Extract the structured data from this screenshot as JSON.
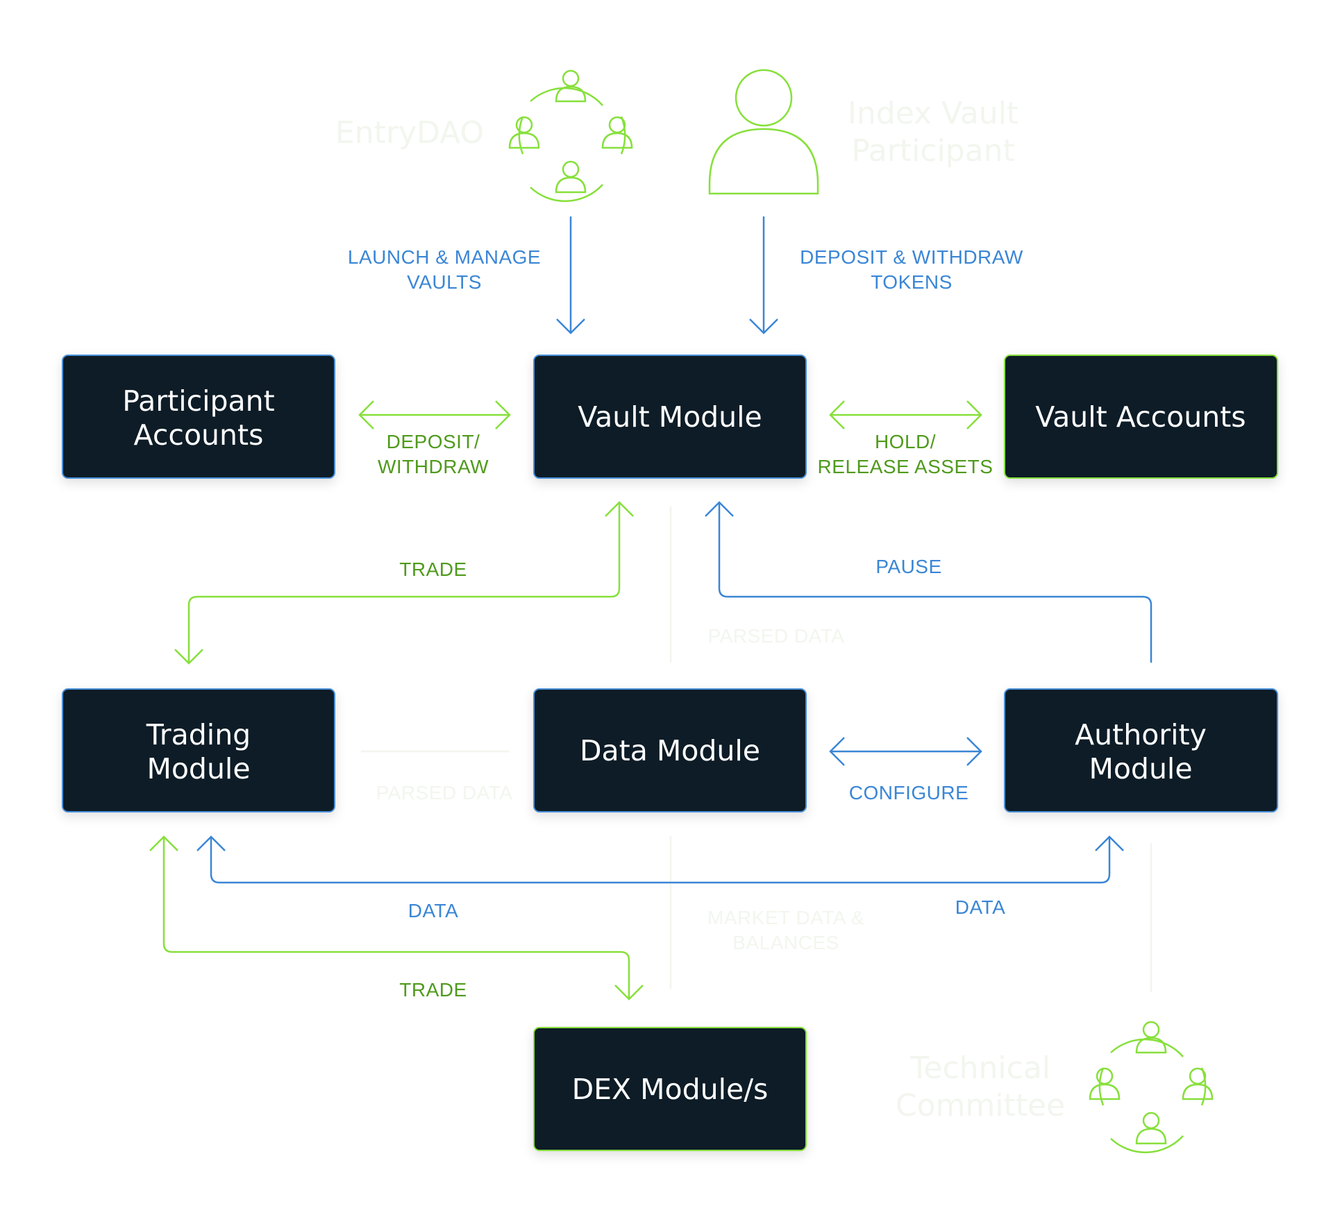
{
  "colors": {
    "box_fill": "#0b1b28",
    "box_stroke_blue": "#4a90d9",
    "box_stroke_green": "#86e03a",
    "green": "#86e03a",
    "green_text": "#4f9a1c",
    "blue": "#3a86d6",
    "faint": "#f2f6ee"
  },
  "actors": {
    "entrydao": "EntryDAO",
    "participant": [
      "Index Vault",
      "Participant"
    ],
    "technical_committee": [
      "Technical",
      "Committee"
    ]
  },
  "modules": {
    "participant_accounts": [
      "Participant",
      "Accounts"
    ],
    "vault_module": [
      "Vault Module"
    ],
    "vault_accounts": [
      "Vault Accounts"
    ],
    "trading_module": [
      "Trading",
      "Module"
    ],
    "data_module": [
      "Data Module"
    ],
    "authority_module": [
      "Authority",
      "Module"
    ],
    "dex_module": [
      "DEX Module/s"
    ]
  },
  "labels": {
    "launch_manage": [
      "LAUNCH & MANAGE",
      "VAULTS"
    ],
    "deposit_withdraw_tokens": [
      "DEPOSIT & WITHDRAW",
      "TOKENS"
    ],
    "deposit_withdraw": [
      "DEPOSIT/",
      "WITHDRAW"
    ],
    "hold_release": [
      "HOLD/",
      "RELEASE ASSETS"
    ],
    "trade_top": "TRADE",
    "pause": "PAUSE",
    "parsed_data_vault": "PARSED DATA",
    "parsed_data_trading": "PARSED DATA",
    "configure": "CONFIGURE",
    "data_left": "DATA",
    "data_right": "DATA",
    "market_data": [
      "MARKET DATA &",
      "BALANCES"
    ],
    "trade_bottom": "TRADE"
  }
}
